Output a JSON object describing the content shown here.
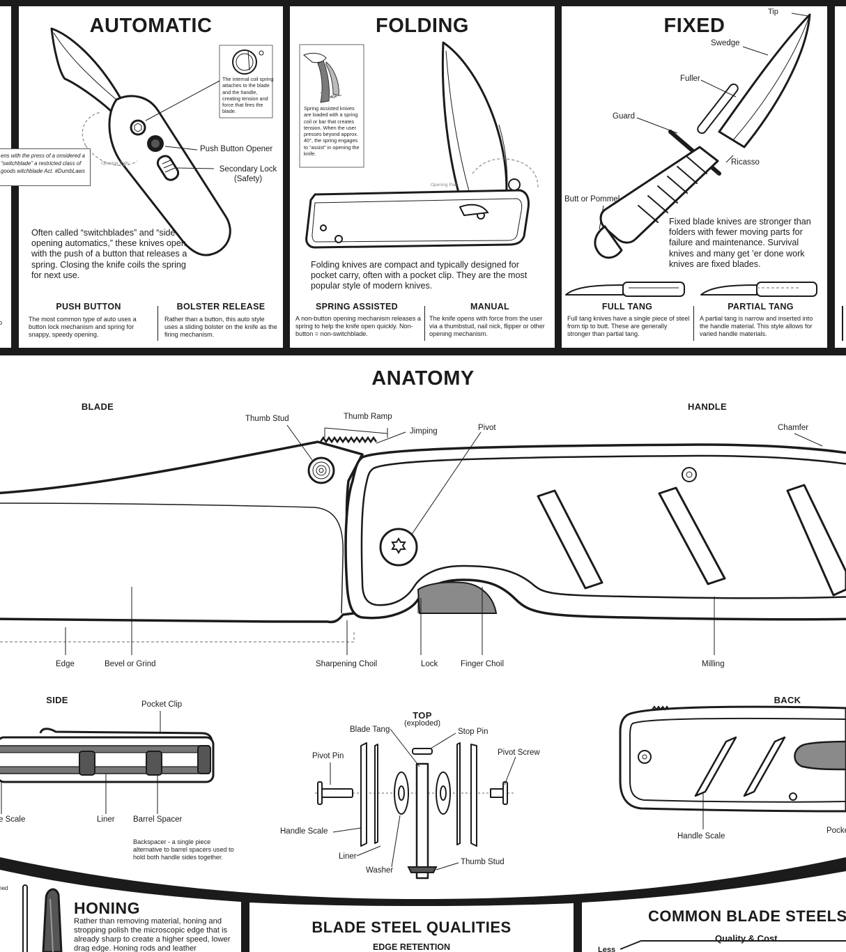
{
  "automatic": {
    "title": "AUTOMATIC",
    "spring_note": "The internal coil spring attaches to the blade and the handle, creating tension and force that fires the blade.",
    "push_button_label": "Push Button Opener",
    "secondary_lock_label": "Secondary Lock (Safety)",
    "opening_path_label": "Opening Path",
    "law_note": "ens with the press of a onsidered a “switchblade” a restricted class of goods witchblade Act. #DumbLaws",
    "description": "Often called “switchblades” and “side opening automatics,” these knives open with the push of a button that releases a spring. Closing the knife coils the spring for next use.",
    "sub1_title": "PUSH BUTTON",
    "sub1_text": "The most common type of auto uses a button lock mechanism and spring for snappy, speedy opening.",
    "sub2_title": "BOLSTER RELEASE",
    "sub2_text": "Rather than a button, this auto style uses a sliding bolster on the knife as the firing mechanism."
  },
  "folding": {
    "title": "FOLDING",
    "spring_note": "Spring assisted knives are loaded with a spring coil or bar that creates tension. When the user presses beyond approx. 40°, the spring engages to “assist” in opening the knife.",
    "angle_label": "40°",
    "opening_path_label": "Opening Path",
    "description": "Folding knives are compact and typically designed for pocket carry, often with a pocket clip. They are the most popular style of modern knives.",
    "sub1_title": "SPRING ASSISTED",
    "sub1_text": "A non-button opening mechanism releases a spring to help the knife open quickly. Non-button = non-switchblade.",
    "sub2_title": "MANUAL",
    "sub2_text": "The knife opens with force from the user via a thumbstud, nail nick, flipper or other opening mechanism."
  },
  "fixed": {
    "title": "FIXED",
    "labels": {
      "tip": "Tip",
      "swedge": "Swedge",
      "fuller": "Fuller",
      "guard": "Guard",
      "ricasso": "Ricasso",
      "butt": "Butt or Pommel"
    },
    "description": "Fixed blade knives are stronger than folders with fewer moving parts for failure and maintenance. Survival knives and many get ’er done work knives are fixed blades.",
    "sub1_title": "FULL TANG",
    "sub1_text": "Full tang knives have a single piece of steel from tip to butt. These are generally stronger than partial tang.",
    "sub2_title": "PARTIAL TANG",
    "sub2_text": "A partial tang is narrow and inserted into the handle material. This style allows for varied handle materials."
  },
  "anatomy": {
    "title": "ANATOMY",
    "blade_heading": "BLADE",
    "handle_heading": "HANDLE",
    "labels": {
      "thumb_stud": "Thumb Stud",
      "thumb_ramp": "Thumb Ramp",
      "jimping": "Jimping",
      "pivot": "Pivot",
      "chamfer": "Chamfer",
      "edge": "Edge",
      "bevel": "Bevel or Grind",
      "sharpening_choil": "Sharpening Choil",
      "lock": "Lock",
      "finger_choil": "Finger Choil",
      "milling": "Milling"
    },
    "side": {
      "heading": "SIDE",
      "pocket_clip": "Pocket Clip",
      "scale": "e Scale",
      "liner": "Liner",
      "barrel_spacer": "Barrel Spacer",
      "backspacer_note": "Backspacer - a single piece alternative to barrel spacers used to hold both handle sides together."
    },
    "top": {
      "heading": "TOP",
      "subheading": "(exploded)",
      "blade_tang": "Blade Tang",
      "stop_pin": "Stop Pin",
      "pivot_pin": "Pivot Pin",
      "pivot_screw": "Pivot Screw",
      "handle_scale": "Handle Scale",
      "liner": "Liner",
      "washer": "Washer",
      "thumb_stud": "Thumb Stud"
    },
    "back": {
      "heading": "BACK",
      "handle_scale": "Handle Scale",
      "pocket": "Pocke"
    }
  },
  "bottom": {
    "left_fragment": "ned",
    "honing_title": "HONING",
    "honing_text": "Rather than removing material, honing and stropping polish the microscopic edge that is already sharp to create a higher speed, lower drag edge. Honing rods and leather",
    "qualities_title": "BLADE STEEL QUALITIES",
    "qualities_sub": "EDGE RETENTION",
    "steels_title": "COMMON BLADE STEELS",
    "steels_sub": "Quality & Cost",
    "steels_less": "Less"
  }
}
